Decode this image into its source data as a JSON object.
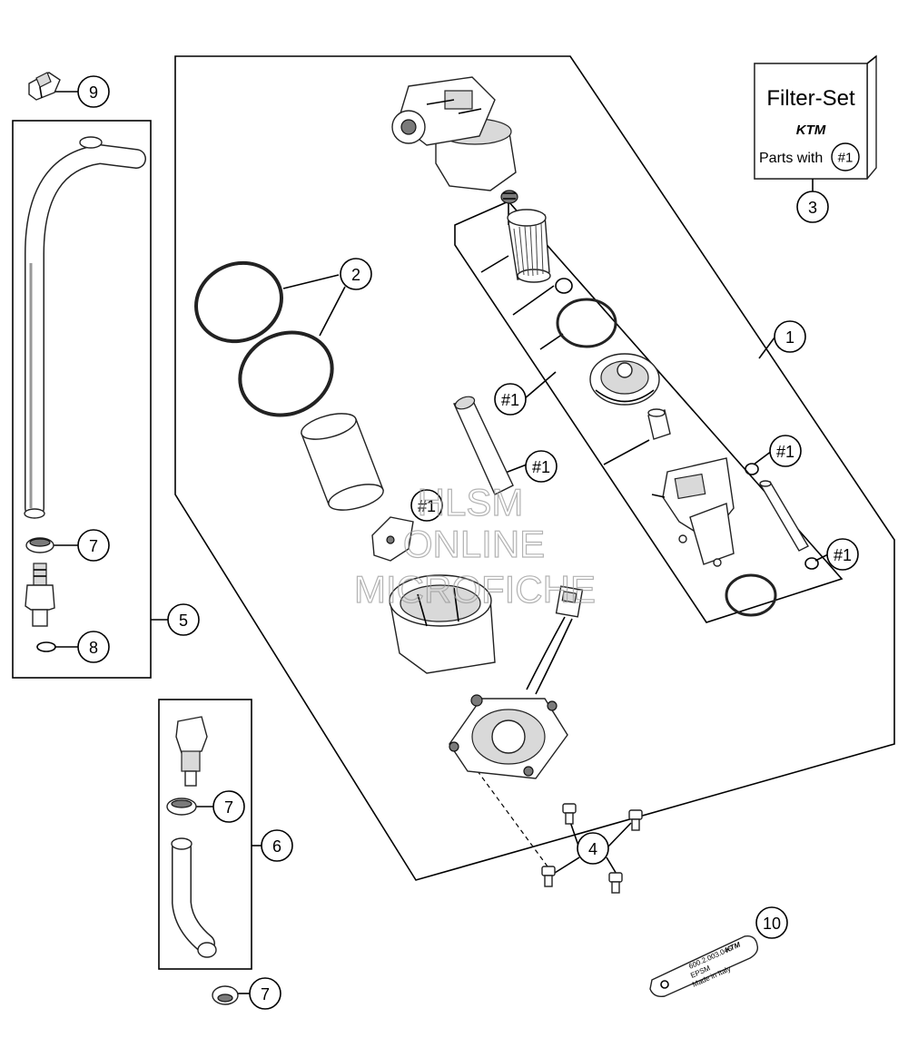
{
  "callouts": [
    {
      "id": "c1",
      "text": "1"
    },
    {
      "id": "c2",
      "text": "2"
    },
    {
      "id": "c3",
      "text": "3"
    },
    {
      "id": "c4",
      "text": "4"
    },
    {
      "id": "c5",
      "text": "5"
    },
    {
      "id": "c6",
      "text": "6"
    },
    {
      "id": "c7a",
      "text": "7"
    },
    {
      "id": "c7b",
      "text": "7"
    },
    {
      "id": "c7c",
      "text": "7"
    },
    {
      "id": "c8",
      "text": "8"
    },
    {
      "id": "c9",
      "text": "9"
    },
    {
      "id": "c10",
      "text": "10"
    },
    {
      "id": "h1",
      "text": "#1"
    },
    {
      "id": "h2",
      "text": "#1"
    },
    {
      "id": "h3",
      "text": "#1"
    },
    {
      "id": "h4",
      "text": "#1"
    },
    {
      "id": "h5",
      "text": "#1"
    },
    {
      "id": "h6",
      "text": "#1"
    }
  ],
  "filter_set": {
    "title": "Filter-Set",
    "brand": "KTM",
    "parts_with": "Parts with",
    "marker": "#1"
  },
  "plate": {
    "line1": "600.2.003.046",
    "line2": "EPSM",
    "line3": "Made in Italy",
    "brand": "KTM"
  },
  "watermark": {
    "line1": "HLSM",
    "line2": "ONLINE",
    "line3": "MICROFICHE"
  }
}
